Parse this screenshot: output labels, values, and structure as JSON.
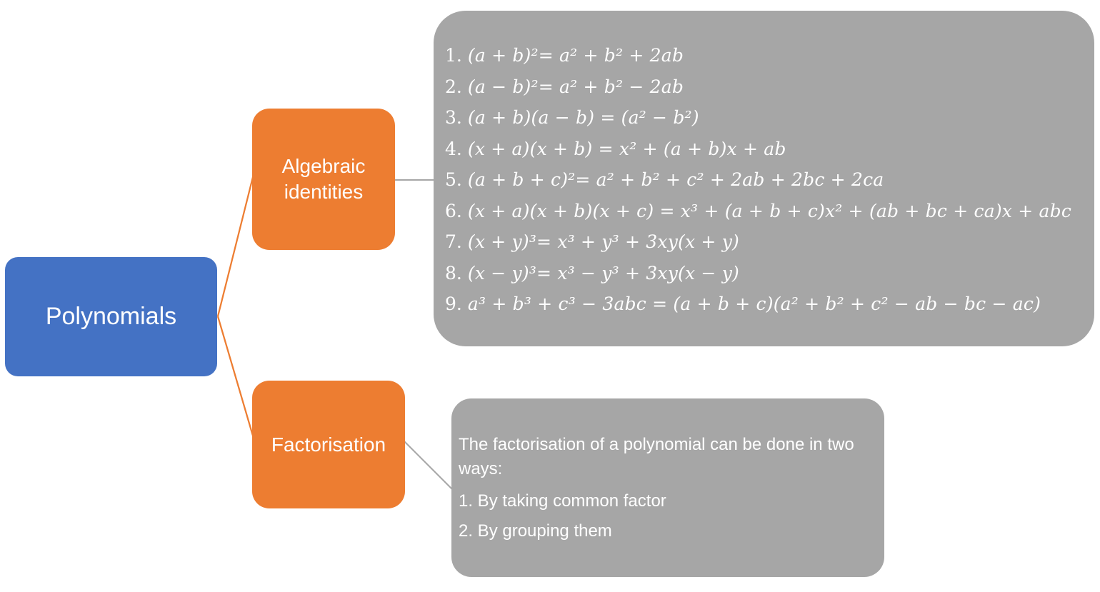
{
  "root": {
    "label": "Polynomials"
  },
  "branches": {
    "identities": {
      "label": "Algebraic identities"
    },
    "factorisation": {
      "label": "Factorisation"
    }
  },
  "identities_panel": {
    "items": [
      {
        "num": "1.",
        "formula": "(a + b)²=  a² + b² + 2ab"
      },
      {
        "num": "2.",
        "formula": "(a − b)²=  a² + b² − 2ab"
      },
      {
        "num": "3.",
        "formula": "(a + b)(a − b) = (a² − b²)"
      },
      {
        "num": "4.",
        "formula": "(x + a)(x + b) = x² + (a + b)x + ab"
      },
      {
        "num": "5.",
        "formula": "(a + b + c)²= a² + b² + c² + 2ab + 2bc + 2ca"
      },
      {
        "num": "6.",
        "formula": "(x + a)(x + b)(x + c) = x³ + (a + b + c)x² + (ab + bc + ca)x + abc"
      },
      {
        "num": "7.",
        "formula": "(x + y)³=  x³ + y³ + 3xy(x + y)"
      },
      {
        "num": "8.",
        "formula": "(x − y)³=  x³ − y³ + 3xy(x − y)"
      },
      {
        "num": "9.",
        "formula": "a³ + b³ + c³ − 3abc = (a + b + c)(a² + b² + c² − ab − bc − ac)"
      }
    ]
  },
  "factorisation_panel": {
    "intro": "The factorisation of a polynomial can be done in two ways:",
    "ways": [
      {
        "text": "1. By taking common factor"
      },
      {
        "text": "2. By grouping them"
      }
    ]
  },
  "colors": {
    "root_blue": "#4472C4",
    "branch_orange": "#ED7D31",
    "panel_gray": "#A6A6A6",
    "connector_orange": "#ED7D31",
    "connector_gray": "#A6A6A6",
    "text_white": "#FFFFFF"
  }
}
